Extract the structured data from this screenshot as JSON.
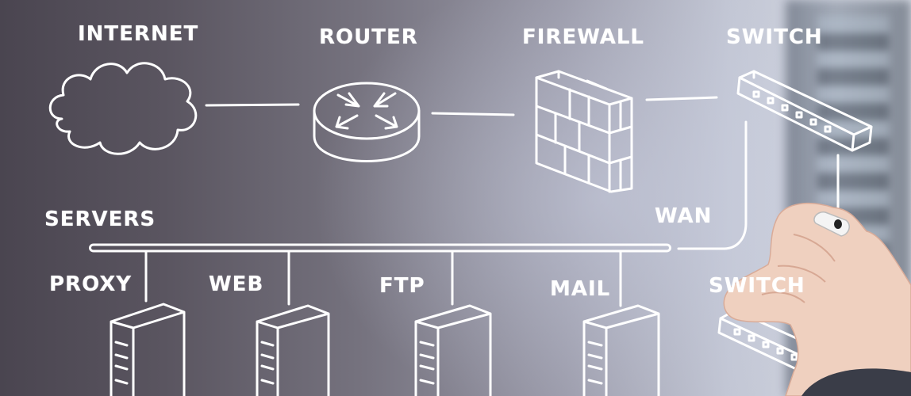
{
  "labels": {
    "internet": "INTERNET",
    "router": "ROUTER",
    "firewall": "FIREWALL",
    "switch_top": "SWITCH",
    "servers": "SERVERS",
    "wan": "WAN",
    "proxy": "PROXY",
    "web": "WEB",
    "ftp": "FTP",
    "mail": "MAIL",
    "switch_bottom": "SWITCH"
  },
  "colors": {
    "ink": "#ffffff",
    "skin": "#f1d2c2",
    "marker_cap": "#ffffff"
  }
}
